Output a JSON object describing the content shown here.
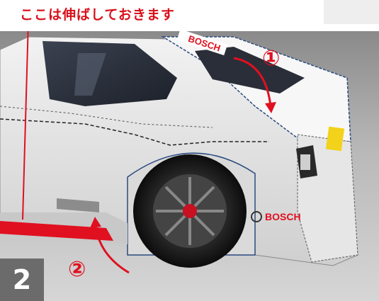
{
  "caption": {
    "text": "ここは伸ばしておきます",
    "color": "#d8101a"
  },
  "photo": {
    "subject": "white race-car papercraft model (rear quarter)",
    "decal_text": "BOSCH",
    "roof_decal_text": "BOSCH",
    "annotations": [
      {
        "label": "①",
        "icon": "curved-arrow"
      },
      {
        "label": "②",
        "icon": "curved-arrow"
      }
    ],
    "accent_color": "#e01020"
  },
  "step": {
    "number": "2",
    "color": "#6b6b6b"
  }
}
